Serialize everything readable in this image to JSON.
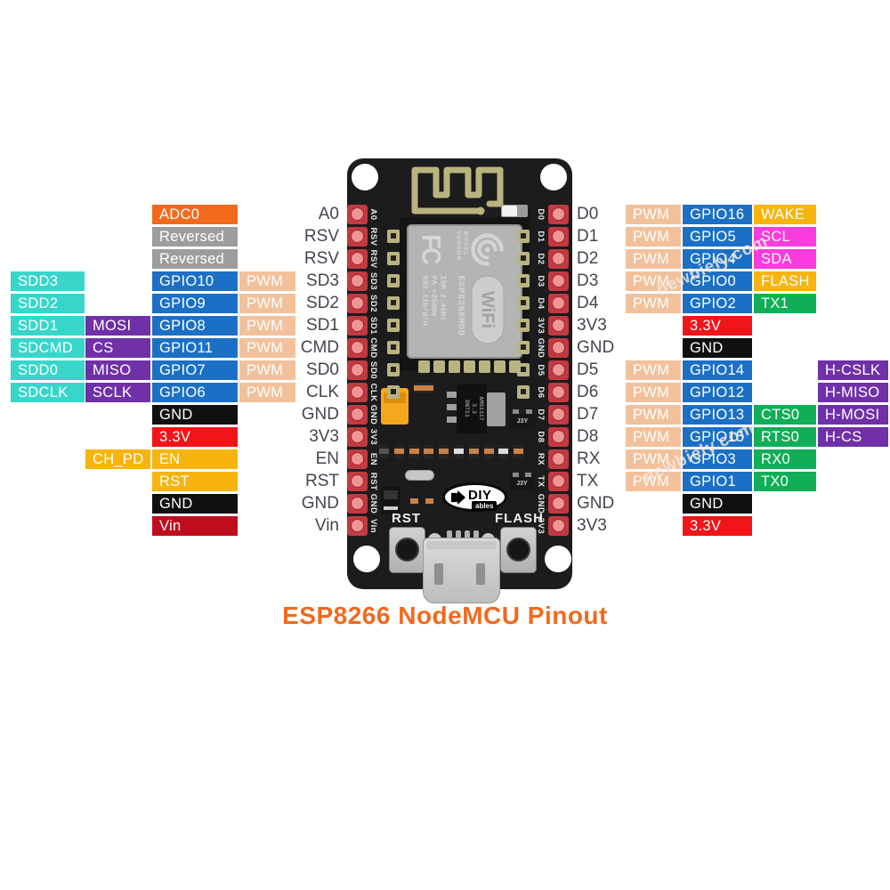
{
  "title": "ESP8266 NodeMCU Pinout",
  "watermark": "newbiely.com",
  "colors": {
    "orange": "#F26B1D",
    "gray": "#9D9D9D",
    "cyan": "#38D6CA",
    "blue": "#1B70C6",
    "peach": "#F2C19B",
    "purple": "#7030A8",
    "black": "#101010",
    "red": "#F3141A",
    "amber": "#F6B40D",
    "darkred": "#C00D1E",
    "magenta": "#FA3BDE",
    "green": "#0FAE57"
  },
  "left_rows": [
    {
      "pin": "A0",
      "cells": [
        {
          "col": 3,
          "label": "ADC0",
          "color": "orange"
        }
      ]
    },
    {
      "pin": "RSV",
      "cells": [
        {
          "col": 3,
          "label": "Reversed",
          "color": "gray"
        }
      ]
    },
    {
      "pin": "RSV",
      "cells": [
        {
          "col": 3,
          "label": "Reversed",
          "color": "gray"
        }
      ]
    },
    {
      "pin": "SD3",
      "cells": [
        {
          "col": 1,
          "label": "SDD3",
          "color": "cyan"
        },
        {
          "col": 3,
          "label": "GPIO10",
          "color": "blue"
        },
        {
          "col": 4,
          "label": "PWM",
          "color": "peach"
        }
      ]
    },
    {
      "pin": "SD2",
      "cells": [
        {
          "col": 1,
          "label": "SDD2",
          "color": "cyan"
        },
        {
          "col": 3,
          "label": "GPIO9",
          "color": "blue"
        },
        {
          "col": 4,
          "label": "PWM",
          "color": "peach"
        }
      ]
    },
    {
      "pin": "SD1",
      "cells": [
        {
          "col": 1,
          "label": "SDD1",
          "color": "cyan"
        },
        {
          "col": 2,
          "label": "MOSI",
          "color": "purple"
        },
        {
          "col": 3,
          "label": "GPIO8",
          "color": "blue"
        },
        {
          "col": 4,
          "label": "PWM",
          "color": "peach"
        }
      ]
    },
    {
      "pin": "CMD",
      "cells": [
        {
          "col": 1,
          "label": "SDCMD",
          "color": "cyan"
        },
        {
          "col": 2,
          "label": "CS",
          "color": "purple"
        },
        {
          "col": 3,
          "label": "GPIO11",
          "color": "blue"
        },
        {
          "col": 4,
          "label": "PWM",
          "color": "peach"
        }
      ]
    },
    {
      "pin": "SD0",
      "cells": [
        {
          "col": 1,
          "label": "SDD0",
          "color": "cyan"
        },
        {
          "col": 2,
          "label": "MISO",
          "color": "purple"
        },
        {
          "col": 3,
          "label": "GPIO7",
          "color": "blue"
        },
        {
          "col": 4,
          "label": "PWM",
          "color": "peach"
        }
      ]
    },
    {
      "pin": "CLK",
      "cells": [
        {
          "col": 1,
          "label": "SDCLK",
          "color": "cyan"
        },
        {
          "col": 2,
          "label": "SCLK",
          "color": "purple"
        },
        {
          "col": 3,
          "label": "GPIO6",
          "color": "blue"
        },
        {
          "col": 4,
          "label": "PWM",
          "color": "peach"
        }
      ]
    },
    {
      "pin": "GND",
      "cells": [
        {
          "col": 3,
          "label": "GND",
          "color": "black"
        }
      ]
    },
    {
      "pin": "3V3",
      "cells": [
        {
          "col": 3,
          "label": "3.3V",
          "color": "red"
        }
      ]
    },
    {
      "pin": "EN",
      "cells": [
        {
          "col": 2,
          "label": "CH_PD",
          "color": "amber"
        },
        {
          "col": 3,
          "label": "EN",
          "color": "amber"
        }
      ]
    },
    {
      "pin": "RST",
      "cells": [
        {
          "col": 3,
          "label": "RST",
          "color": "amber"
        }
      ]
    },
    {
      "pin": "GND",
      "cells": [
        {
          "col": 3,
          "label": "GND",
          "color": "black"
        }
      ]
    },
    {
      "pin": "Vin",
      "cells": [
        {
          "col": 3,
          "label": "Vin",
          "color": "darkred"
        }
      ]
    }
  ],
  "right_rows": [
    {
      "pin": "D0",
      "cells": [
        {
          "col": 1,
          "label": "PWM",
          "color": "peach"
        },
        {
          "col": 2,
          "label": "GPIO16",
          "color": "blue"
        },
        {
          "col": 3,
          "label": "WAKE",
          "color": "amber"
        }
      ]
    },
    {
      "pin": "D1",
      "cells": [
        {
          "col": 1,
          "label": "PWM",
          "color": "peach"
        },
        {
          "col": 2,
          "label": "GPIO5",
          "color": "blue"
        },
        {
          "col": 3,
          "label": "SCL",
          "color": "magenta"
        }
      ]
    },
    {
      "pin": "D2",
      "cells": [
        {
          "col": 1,
          "label": "PWM",
          "color": "peach"
        },
        {
          "col": 2,
          "label": "GPIO4",
          "color": "blue"
        },
        {
          "col": 3,
          "label": "SDA",
          "color": "magenta"
        }
      ]
    },
    {
      "pin": "D3",
      "cells": [
        {
          "col": 1,
          "label": "PWM",
          "color": "peach"
        },
        {
          "col": 2,
          "label": "GPIO0",
          "color": "blue"
        },
        {
          "col": 3,
          "label": "FLASH",
          "color": "amber"
        }
      ]
    },
    {
      "pin": "D4",
      "cells": [
        {
          "col": 1,
          "label": "PWM",
          "color": "peach"
        },
        {
          "col": 2,
          "label": "GPIO2",
          "color": "blue"
        },
        {
          "col": 3,
          "label": "TX1",
          "color": "green"
        }
      ]
    },
    {
      "pin": "3V3",
      "cells": [
        {
          "col": 2,
          "label": "3.3V",
          "color": "red"
        }
      ]
    },
    {
      "pin": "GND",
      "cells": [
        {
          "col": 2,
          "label": "GND",
          "color": "black"
        }
      ]
    },
    {
      "pin": "D5",
      "cells": [
        {
          "col": 1,
          "label": "PWM",
          "color": "peach"
        },
        {
          "col": 2,
          "label": "GPIO14",
          "color": "blue"
        },
        {
          "col": 4,
          "label": "H-CSLK",
          "color": "purple"
        }
      ]
    },
    {
      "pin": "D6",
      "cells": [
        {
          "col": 1,
          "label": "PWM",
          "color": "peach"
        },
        {
          "col": 2,
          "label": "GPIO12",
          "color": "blue"
        },
        {
          "col": 4,
          "label": "H-MISO",
          "color": "purple"
        }
      ]
    },
    {
      "pin": "D7",
      "cells": [
        {
          "col": 1,
          "label": "PWM",
          "color": "peach"
        },
        {
          "col": 2,
          "label": "GPIO13",
          "color": "blue"
        },
        {
          "col": 3,
          "label": "CTS0",
          "color": "green"
        },
        {
          "col": 4,
          "label": "H-MOSI",
          "color": "purple"
        }
      ]
    },
    {
      "pin": "D8",
      "cells": [
        {
          "col": 1,
          "label": "PWM",
          "color": "peach"
        },
        {
          "col": 2,
          "label": "GPIO15",
          "color": "blue"
        },
        {
          "col": 3,
          "label": "RTS0",
          "color": "green"
        },
        {
          "col": 4,
          "label": "H-CS",
          "color": "purple"
        }
      ]
    },
    {
      "pin": "RX",
      "cells": [
        {
          "col": 1,
          "label": "PWM",
          "color": "peach"
        },
        {
          "col": 2,
          "label": "GPIO3",
          "color": "blue"
        },
        {
          "col": 3,
          "label": "RX0",
          "color": "green"
        }
      ]
    },
    {
      "pin": "TX",
      "cells": [
        {
          "col": 1,
          "label": "PWM",
          "color": "peach"
        },
        {
          "col": 2,
          "label": "GPIO1",
          "color": "blue"
        },
        {
          "col": 3,
          "label": "TX0",
          "color": "green"
        }
      ]
    },
    {
      "pin": "GND",
      "cells": [
        {
          "col": 2,
          "label": "GND",
          "color": "black"
        }
      ]
    },
    {
      "pin": "3V3",
      "cells": [
        {
          "col": 2,
          "label": "3.3V",
          "color": "red"
        }
      ]
    }
  ],
  "board": {
    "left_pins": [
      "A0",
      "RSV",
      "RSV",
      "SD3",
      "SD2",
      "SD1",
      "CMD",
      "SD0",
      "CLK",
      "GND",
      "3V3",
      "EN",
      "RST",
      "GND",
      "Vin"
    ],
    "right_pins": [
      "D0",
      "D1",
      "D2",
      "D3",
      "D4",
      "3V3",
      "GND",
      "D5",
      "D6",
      "D7",
      "D8",
      "RX",
      "TX",
      "GND",
      "3V3"
    ],
    "module": {
      "fcc": "FC",
      "model": "MODEL",
      "vendor": "VENDOR",
      "chip": "ESP8266MOD",
      "ism": "ISM 2.4GHz",
      "pa": "PA +25dBm",
      "standard": "802.11b/g/n",
      "wifi": "WiFi"
    },
    "regulator": {
      "line1": "AMS1117",
      "line2": "3.3",
      "line3": "DN711"
    },
    "transistor": "J3Y",
    "logo": {
      "diy": "DIY",
      "ables": "ables"
    },
    "buttons": {
      "reset": "RST",
      "flash": "FLASH"
    }
  }
}
